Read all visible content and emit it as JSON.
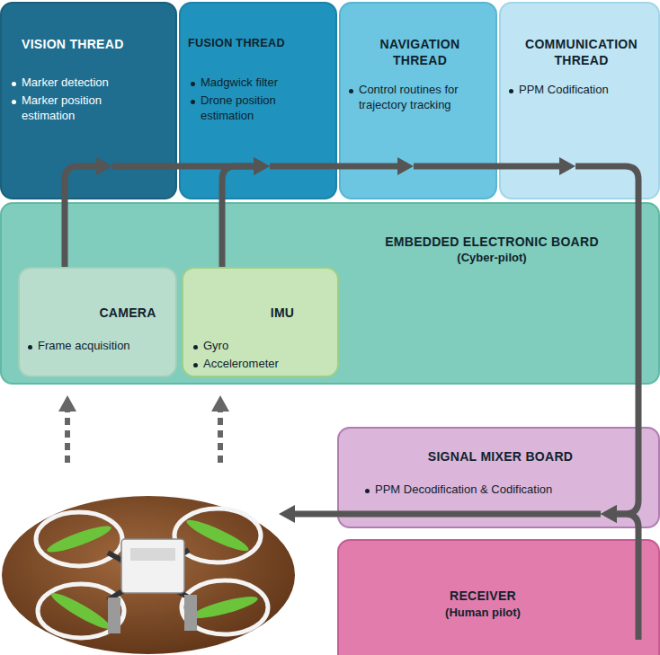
{
  "diagram": {
    "nodes": [
      {
        "text": [
          "VISION THREAD",
          "Marker detection",
          "Marker position estimation"
        ]
      },
      {
        "text": [
          "FUSION THREAD",
          "Madgwick filter",
          "Drone position estimation"
        ]
      },
      {
        "text": [
          "NAVIGATION THREAD",
          "Control routines for trajectory tracking"
        ]
      },
      {
        "text": [
          "COMMUNICATION THREAD",
          "PPM Codification"
        ]
      },
      {
        "text": [
          "EMBEDDED ELECTRONIC BOARD",
          "(Cyber-pilot)"
        ]
      },
      {
        "text": [
          "CAMERA",
          "Frame acquisition"
        ],
        "in": 4
      },
      {
        "text": [
          "IMU",
          "Gyro",
          "Accelerometer"
        ],
        "in": 4
      },
      {
        "text": [
          "SIGNAL MIXER BOARD",
          "PPM Decodification & Codification"
        ]
      },
      {
        "text": [
          "RECEIVER",
          "(Human pilot)"
        ]
      }
    ],
    "edges": [
      {
        "from": 5,
        "to": 0,
        "arrow": "to"
      },
      {
        "from": 0,
        "to": 1,
        "arrow": "to"
      },
      {
        "from": 6,
        "to": 1,
        "arrow": "to"
      },
      {
        "from": 1,
        "to": 2,
        "arrow": "to"
      },
      {
        "from": 2,
        "to": 3,
        "arrow": "to"
      },
      {
        "from": 3,
        "to": 7,
        "arrow": "to"
      },
      {
        "from": 8,
        "to": 7,
        "arrow": "to"
      }
    ]
  }
}
